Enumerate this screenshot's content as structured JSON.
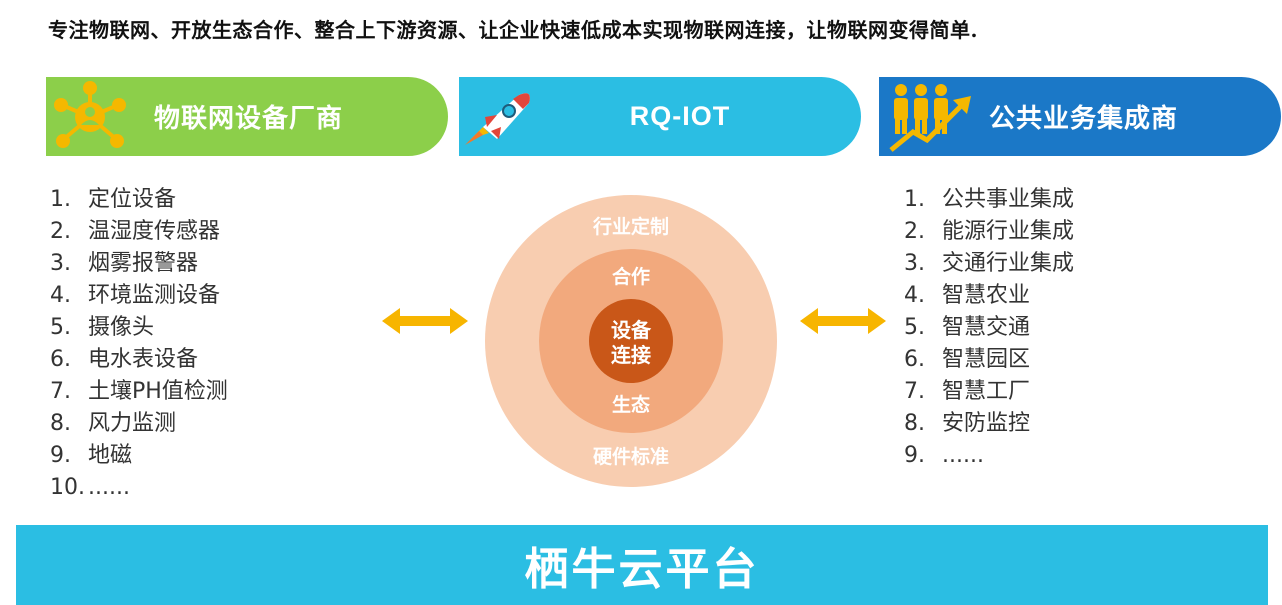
{
  "headline": "专注物联网、开放生态合作、整合上下游资源、让企业快速低成本实现物联网连接，让物联网变得简单.",
  "banners": {
    "left": {
      "title": "物联网设备厂商",
      "icon": "network-hub-icon"
    },
    "middle": {
      "title": "RQ-IOT",
      "icon": "rocket-icon"
    },
    "right": {
      "title": "公共业务集成商",
      "icon": "people-growth-icon"
    }
  },
  "left_list": [
    {
      "num": "1.",
      "label": "定位设备"
    },
    {
      "num": "2.",
      "label": "温湿度传感器"
    },
    {
      "num": "3.",
      "label": "烟雾报警器"
    },
    {
      "num": "4.",
      "label": "环境监测设备"
    },
    {
      "num": "5.",
      "label": "摄像头"
    },
    {
      "num": "6.",
      "label": "电水表设备"
    },
    {
      "num": "7.",
      "label": "土壤PH值检测"
    },
    {
      "num": "8.",
      "label": "风力监测"
    },
    {
      "num": "9.",
      "label": "地磁"
    },
    {
      "num": "10.",
      "label": "......"
    }
  ],
  "right_list": [
    {
      "num": "1.",
      "label": "公共事业集成"
    },
    {
      "num": "2.",
      "label": "能源行业集成"
    },
    {
      "num": "3.",
      "label": "交通行业集成"
    },
    {
      "num": "4.",
      "label": "智慧农业"
    },
    {
      "num": "5.",
      "label": "智慧交通"
    },
    {
      "num": "6.",
      "label": "智慧园区"
    },
    {
      "num": "7.",
      "label": "智慧工厂"
    },
    {
      "num": "8.",
      "label": "安防监控"
    },
    {
      "num": "9.",
      "label": "......"
    }
  ],
  "rings": {
    "outer_top": "行业定制",
    "outer_bottom": "硬件标准",
    "middle_top": "合作",
    "middle_bottom": "生态",
    "core_line1": "设备",
    "core_line2": "连接"
  },
  "footer": {
    "title": "栖牛云平台"
  },
  "colors": {
    "green": "#8ccf4a",
    "cyan": "#2bbee3",
    "blue": "#1b78c7",
    "arrow": "#f7b500",
    "ring_outer": "#f8cdb0",
    "ring_middle": "#f2a97d",
    "ring_core": "#c95718"
  }
}
